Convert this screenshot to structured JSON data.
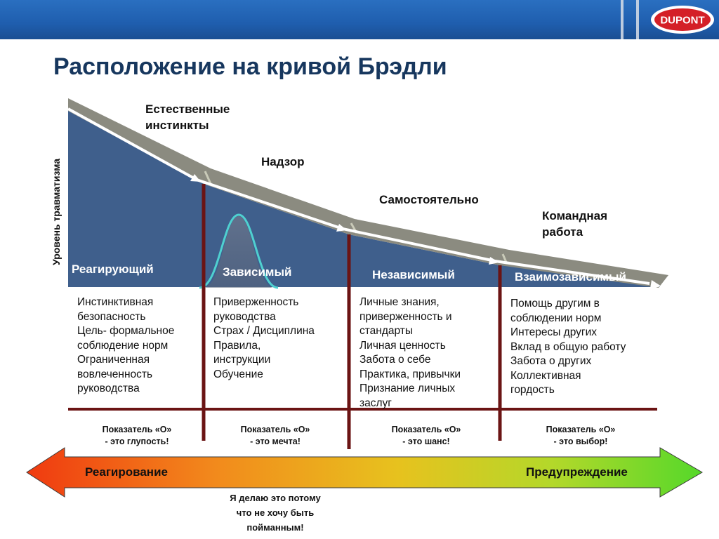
{
  "header": {
    "title": "Расположение на кривой Брэдли",
    "logo_text": "DUPONT"
  },
  "y_axis_label": "Уровень травматизма",
  "stages": [
    {
      "title_lines": [
        "Естественные",
        "инстинкты"
      ],
      "band_label": "Реагирующий",
      "items": [
        "Инстинктивная",
        "безопасность",
        "Цель- формальное",
        "соблюдение норм",
        "Ограниченная",
        "вовлеченность",
        "руководства"
      ],
      "indicator": [
        "Показатель «О»",
        "- это глупость!"
      ]
    },
    {
      "title_lines": [
        "Надзор"
      ],
      "band_label": "Зависимый",
      "items": [
        "Приверженность",
        "руководства",
        "Страх / Дисциплина",
        "Правила,",
        "инструкции",
        "Обучение"
      ],
      "indicator": [
        "Показатель «О»",
        "- это мечта!"
      ]
    },
    {
      "title_lines": [
        "Самостоятельно"
      ],
      "band_label": "Независимый",
      "items": [
        "Личные знания,",
        "приверженность и",
        "стандарты",
        "Личная ценность",
        "Забота о себе",
        "Практика, привычки",
        "Признание личных",
        "заслуг"
      ],
      "indicator": [
        "Показатель «О»",
        "- это шанс!"
      ]
    },
    {
      "title_lines": [
        "Командная",
        "работа"
      ],
      "band_label": "Взаимозависимый",
      "items": [
        "Помощь другим в",
        "соблюдении норм",
        "Интересы других",
        "Вклад в общую работу",
        "Забота о других",
        "Коллективная",
        "гордость"
      ],
      "indicator": [
        "Показатель «О»",
        "- это выбор!"
      ]
    }
  ],
  "arrow": {
    "left_label": "Реагирование",
    "right_label": "Предупреждение"
  },
  "note_lines": [
    "Я делаю это потому",
    "что не хочу быть",
    "пойманным!"
  ],
  "colors": {
    "header_blue": "#1f5eae",
    "curve_fill": "#3f5f8c",
    "curve_band": "#8b8b80",
    "divider": "#6b1414",
    "title": "#17375e",
    "arrow_start": "#f03a10",
    "arrow_end": "#55d82a",
    "logo_red": "#d42027"
  }
}
